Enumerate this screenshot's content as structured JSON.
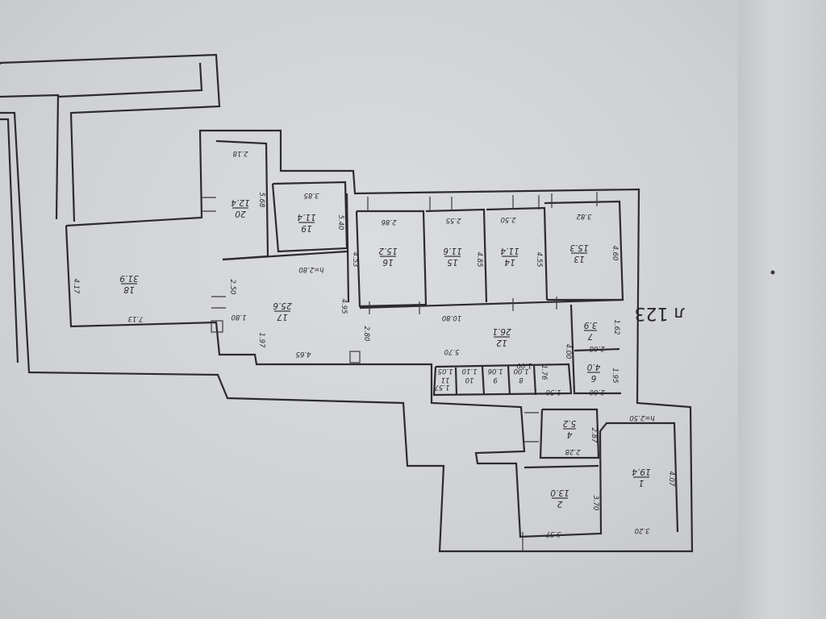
{
  "rooms": [
    {
      "no": "18",
      "area": "31.9"
    },
    {
      "no": "17",
      "area": "25.6"
    },
    {
      "no": "20",
      "area": "12.4"
    },
    {
      "no": "19",
      "area": "11.4"
    },
    {
      "no": "16",
      "area": "15.2"
    },
    {
      "no": "15",
      "area": "11.6"
    },
    {
      "no": "14",
      "area": "11.4"
    },
    {
      "no": "13",
      "area": "15.3"
    },
    {
      "no": "12",
      "area": "26.1"
    },
    {
      "no": "7",
      "area": "3.9"
    },
    {
      "no": "6",
      "area": "4.0"
    },
    {
      "no": "11",
      "area": "1.05"
    },
    {
      "no": "10",
      "area": "1.10"
    },
    {
      "no": "9",
      "area": "1.06"
    },
    {
      "no": "8",
      "area": "1.00"
    },
    {
      "no": "4",
      "area": "5.2"
    },
    {
      "no": "2",
      "area": "13.0"
    },
    {
      "no": "1",
      "area": "19.4"
    }
  ],
  "dimensions": [
    "2.18",
    "5.68",
    "3.85",
    "5.40",
    "4.17",
    "7.13",
    "2.50",
    "1.80",
    "1.97",
    "4.65",
    "4.95",
    "2.80",
    "4.53",
    "h=2.80",
    "2.86",
    "2.55",
    "2.50",
    "3.82",
    "4.85",
    "4.55",
    "4.60",
    "10.80",
    "5.70",
    "1.62",
    "2.08",
    "1.95",
    "2.00",
    "4.00",
    "1.76",
    "1.50",
    "1.57",
    "1.00",
    "2.87",
    "2.28",
    "3.70",
    "3.57",
    "3.20",
    "4.07",
    "h=2.50"
  ],
  "sheet_mark": "л 123"
}
